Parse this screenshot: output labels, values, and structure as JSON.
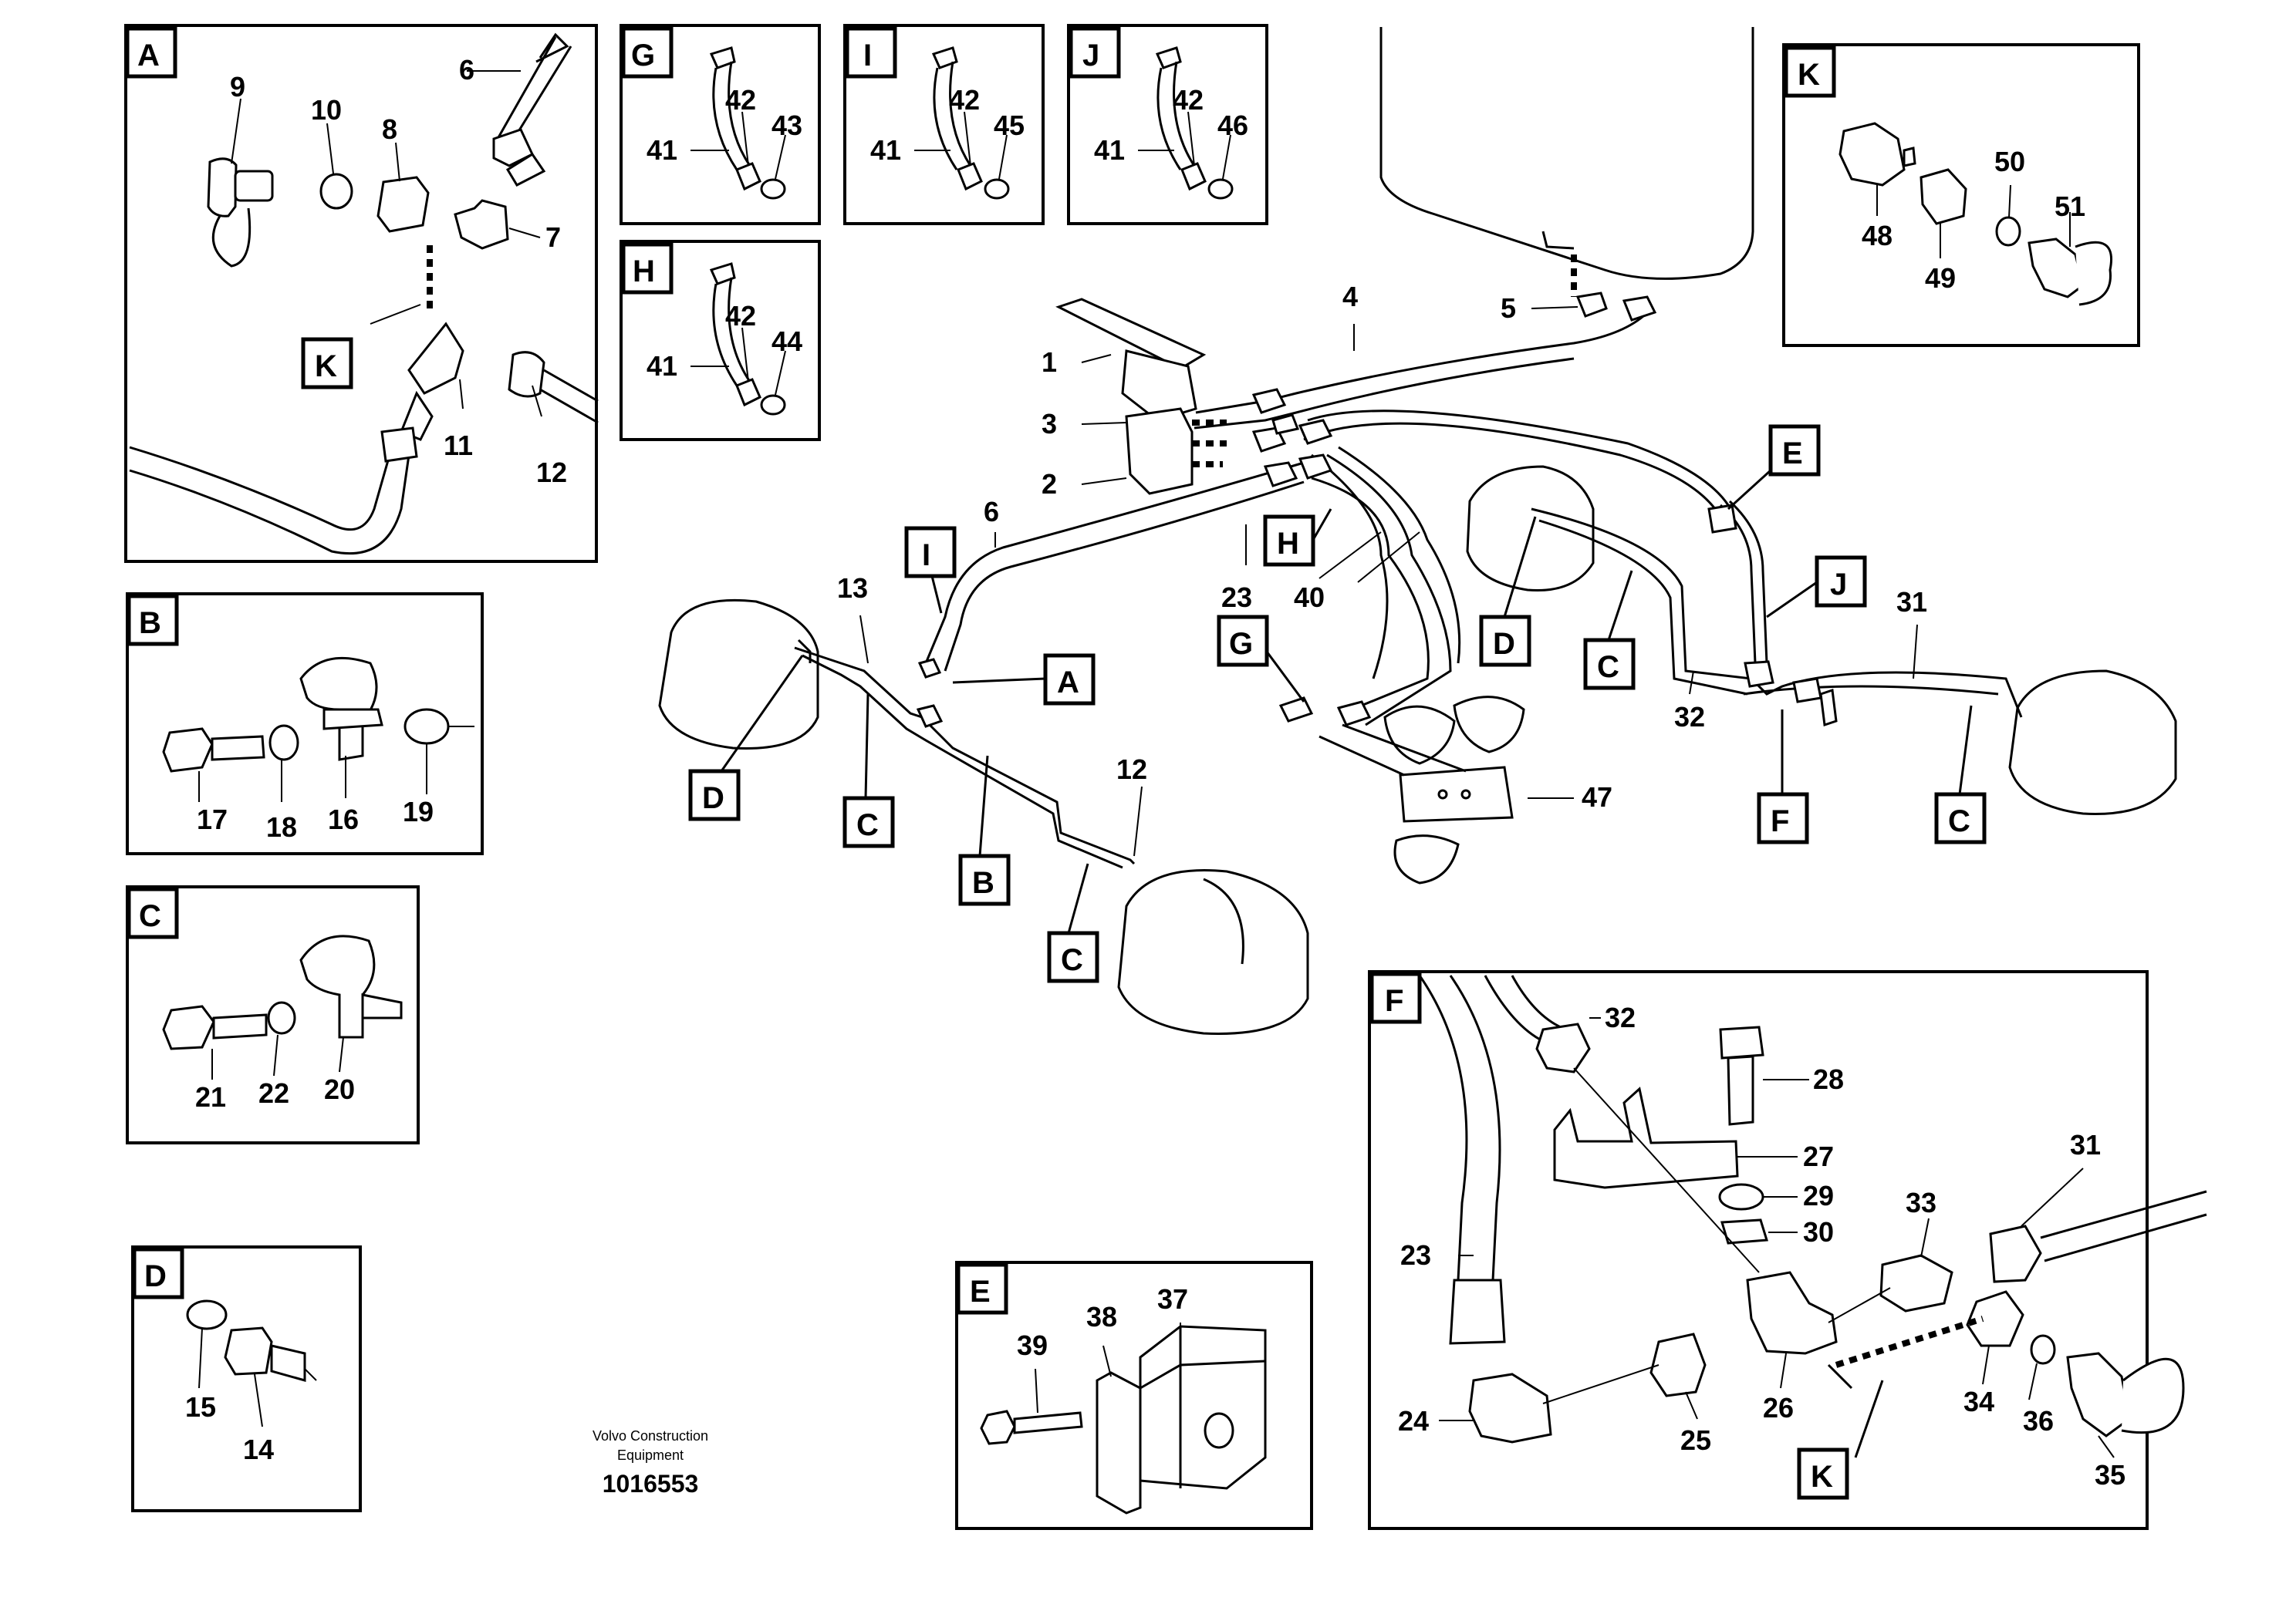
{
  "credit": {
    "line1": "Volvo Construction",
    "line2": "Equipment"
  },
  "document_number": "1016553",
  "detail_views": {
    "A": {
      "letter": "A",
      "parts": [
        "9",
        "10",
        "8",
        "6",
        "7",
        "K",
        "11",
        "12"
      ]
    },
    "B": {
      "letter": "B",
      "parts": [
        "17",
        "18",
        "16",
        "19"
      ]
    },
    "C": {
      "letter": "C",
      "parts": [
        "21",
        "22",
        "20"
      ]
    },
    "D": {
      "letter": "D",
      "parts": [
        "15",
        "14"
      ]
    },
    "E": {
      "letter": "E",
      "parts": [
        "39",
        "38",
        "37"
      ]
    },
    "F": {
      "letter": "F",
      "parts": [
        "32",
        "28",
        "27",
        "29",
        "30",
        "31",
        "33",
        "23",
        "26",
        "24",
        "25",
        "34",
        "36",
        "35",
        "K"
      ]
    },
    "G": {
      "letter": "G",
      "parts": [
        "42",
        "43",
        "41"
      ]
    },
    "H": {
      "letter": "H",
      "parts": [
        "42",
        "44",
        "41"
      ]
    },
    "I": {
      "letter": "I",
      "parts": [
        "42",
        "45",
        "41"
      ]
    },
    "J": {
      "letter": "J",
      "parts": [
        "42",
        "46",
        "41"
      ]
    },
    "K": {
      "letter": "K",
      "parts": [
        "48",
        "49",
        "50",
        "51"
      ]
    }
  },
  "main_view": {
    "part_numbers": [
      "1",
      "2",
      "3",
      "4",
      "5",
      "6",
      "12",
      "13",
      "23",
      "40",
      "47",
      "31",
      "32"
    ],
    "callout_letters": [
      "A",
      "B",
      "C",
      "C",
      "C",
      "C",
      "D",
      "D",
      "E",
      "F",
      "G",
      "H",
      "I",
      "J"
    ]
  }
}
